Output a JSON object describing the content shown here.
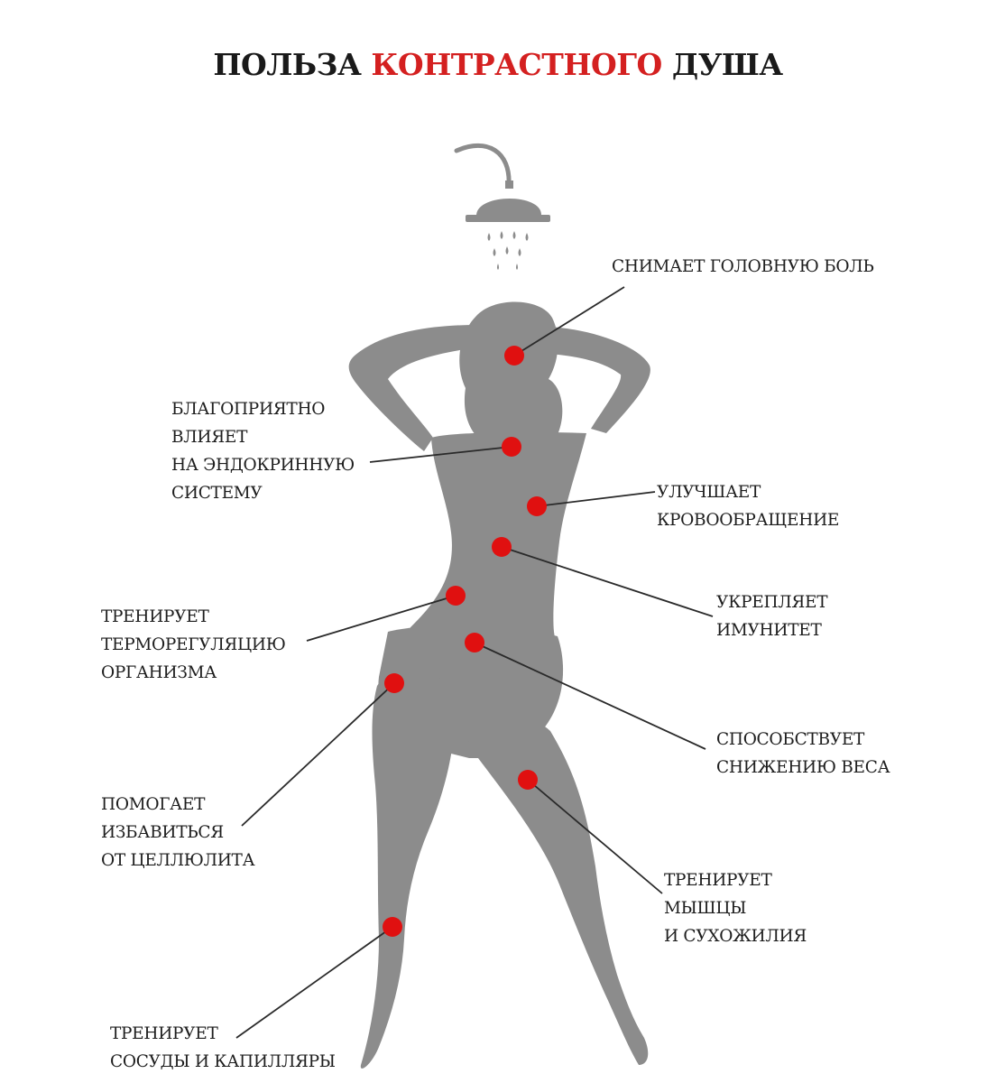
{
  "title": {
    "part1": "ПОЛЬЗА",
    "part2": "КОНТРАСТНОГО",
    "part3": "ДУША"
  },
  "colors": {
    "silhouette": "#8c8c8c",
    "accent": "#d42020",
    "dot": "#e01010",
    "line": "#2a2a2a",
    "text": "#1e1e1e"
  },
  "icons": {
    "shower": "shower-head-icon",
    "body": "female-silhouette"
  },
  "benefits": [
    {
      "id": "headache",
      "lines": [
        "СНИМАЕТ ГОЛОВНУЮ БОЛЬ"
      ]
    },
    {
      "id": "endocrine",
      "lines": [
        "БЛАГОПРИЯТНО",
        "ВЛИЯЕТ",
        "НА ЭНДОКРИННУЮ",
        "СИСТЕМУ"
      ]
    },
    {
      "id": "circulation",
      "lines": [
        "УЛУЧШАЕТ",
        "КРОВООБРАЩЕНИЕ"
      ]
    },
    {
      "id": "immunity",
      "lines": [
        "УКРЕПЛЯЕТ",
        "ИМУНИТЕТ"
      ]
    },
    {
      "id": "thermo",
      "lines": [
        "ТРЕНИРУЕТ",
        "ТЕРМОРЕГУЛЯЦИЮ",
        "ОРГАНИЗМА"
      ]
    },
    {
      "id": "weight",
      "lines": [
        "СПОСОБСТВУЕТ",
        "СНИЖЕНИЮ ВЕСА"
      ]
    },
    {
      "id": "cellulite",
      "lines": [
        "ПОМОГАЕТ",
        "ИЗБАВИТЬСЯ",
        "ОТ ЦЕЛЛЮЛИТА"
      ]
    },
    {
      "id": "muscles",
      "lines": [
        "ТРЕНИРУЕТ",
        "МЫШЦЫ",
        "И СУХОЖИЛИЯ"
      ]
    },
    {
      "id": "vessels",
      "lines": [
        "ТРЕНИРУЕТ",
        "СОСУДЫ И КАПИЛЛЯРЫ"
      ]
    }
  ]
}
